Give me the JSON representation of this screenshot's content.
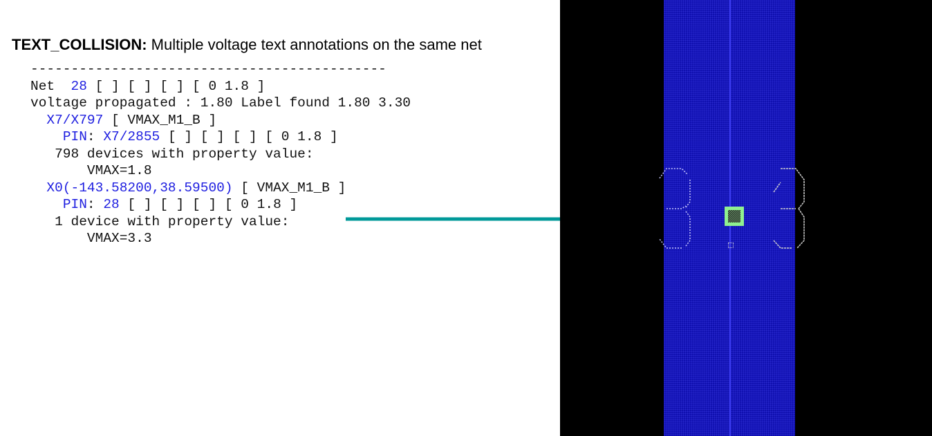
{
  "title": {
    "label": "TEXT_COLLISION:",
    "text": " Multiple voltage text annotations on the same net"
  },
  "log": {
    "separator": "--------------------------------------------",
    "net_label": "Net  ",
    "net_id": "28",
    "net_rest": " [ ] [ ] [ ] [ 0 1.8 ]",
    "propagated": "voltage propagated : 1.80 Label found 1.80 3.30",
    "inst1": "X7/X797",
    "inst1_rest": " [ VMAX_M1_B ]",
    "pin1_label": "PIN",
    "pin1_colon": ": ",
    "pin1_id": "X7/2855",
    "pin1_rest": " [ ] [ ] [ ] [ 0 1.8 ]",
    "devices1": "798 devices with property value:",
    "vmax1": "VMAX=1.8",
    "inst2": "X0(-143.58200,38.59500)",
    "inst2_rest": " [ VMAX_M1_B ]",
    "pin2_label": "PIN",
    "pin2_colon": ": ",
    "pin2_id": "28",
    "pin2_rest": " [ ] [ ] [ ] [ 0 1.8 ]",
    "devices2": "1 device with property value:",
    "vmax2": "VMAX=3.3"
  },
  "layout_view": {
    "labels": [
      "3",
      "3"
    ],
    "colors": {
      "metal": "#1010b0",
      "arrow": "#009999",
      "via": "#90f090"
    }
  }
}
